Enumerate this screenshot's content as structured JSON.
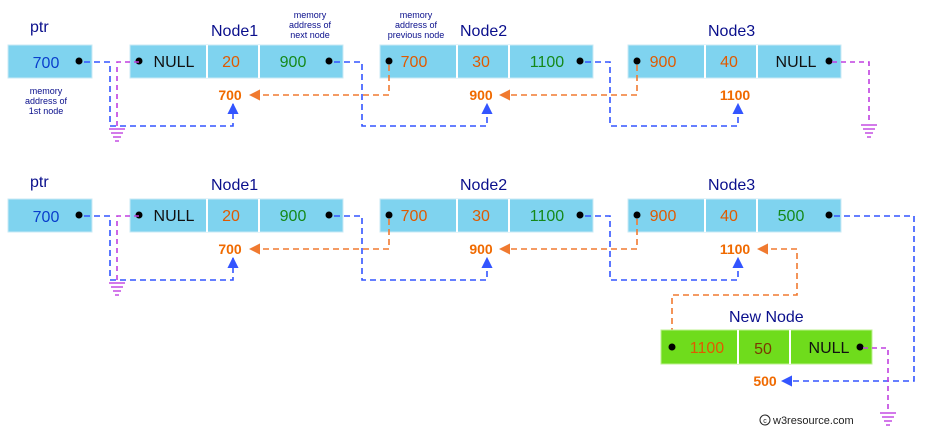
{
  "colors": {
    "cell_blue": "#7fd3ef",
    "cell_green": "#6fdc1c",
    "text_blue": "#0a3fcc",
    "text_orange": "#e05a00",
    "text_green": "#15891a",
    "text_black": "#111111",
    "link_blue": "#3355ff",
    "link_orange": "#f07a30",
    "ground_purple": "#c040e0",
    "label_navy": "#0a0f8c"
  },
  "top": {
    "ptr_label": "ptr",
    "ptr_value": "700",
    "ptr_note": [
      "memory",
      "address of",
      "1st node"
    ],
    "next_note": [
      "memory",
      "address of",
      "next node"
    ],
    "prev_note": [
      "memory",
      "address of",
      "previous node"
    ],
    "nodes": [
      {
        "label": "Node1",
        "prev": "NULL",
        "data": "20",
        "next": "900"
      },
      {
        "label": "Node2",
        "prev": "700",
        "data": "30",
        "next": "1100"
      },
      {
        "label": "Node3",
        "prev": "900",
        "data": "40",
        "next": "NULL"
      }
    ],
    "addresses": [
      "700",
      "900",
      "1100"
    ]
  },
  "bottom": {
    "ptr_label": "ptr",
    "ptr_value": "700",
    "nodes": [
      {
        "label": "Node1",
        "prev": "NULL",
        "data": "20",
        "next": "900"
      },
      {
        "label": "Node2",
        "prev": "700",
        "data": "30",
        "next": "1100"
      },
      {
        "label": "Node3",
        "prev": "900",
        "data": "40",
        "next": "500"
      }
    ],
    "addresses": [
      "700",
      "900",
      "1100"
    ],
    "new_node": {
      "label": "New Node",
      "prev": "1100",
      "data": "50",
      "next": "NULL",
      "address": "500"
    }
  },
  "watermark": "w3resource.com"
}
